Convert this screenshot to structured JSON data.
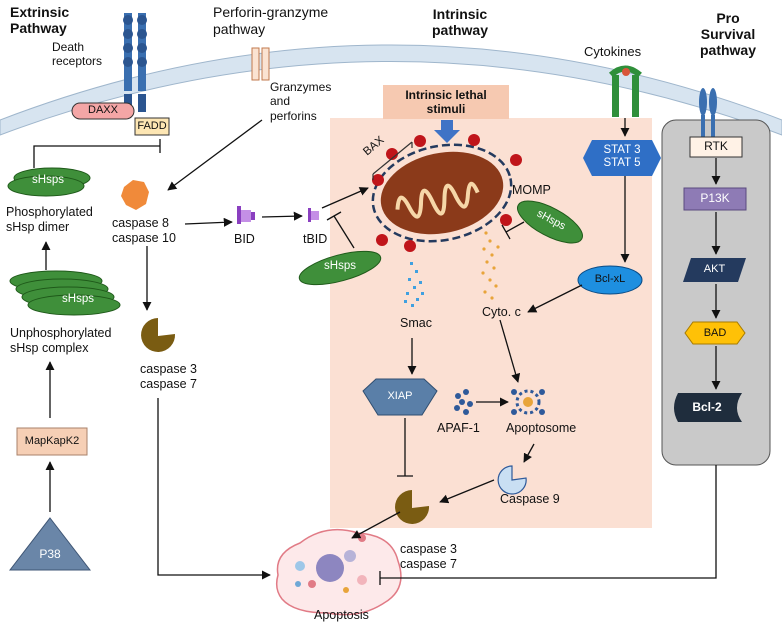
{
  "headings": {
    "extrinsic": [
      "Extrinsic",
      "Pathway"
    ],
    "perforin": [
      "Perforin-granzyme",
      "pathway"
    ],
    "intrinsic": [
      "Intrinsic",
      "pathway"
    ],
    "pro_survival": [
      "Pro",
      "Survival",
      "pathway"
    ]
  },
  "labels": {
    "death_receptors": [
      "Death",
      "receptors"
    ],
    "daxx": "DAXX",
    "fadd": "FADD",
    "granzymes": [
      "Granzymes",
      "and",
      "perforins"
    ],
    "intrinsic_lethal": [
      "Intrinsic lethal",
      "stimuli"
    ],
    "cytokines": "Cytokines",
    "stat": [
      "STAT 3",
      "STAT 5"
    ],
    "rtk": "RTK",
    "p13k": "P13K",
    "akt": "AKT",
    "bad": "BAD",
    "bcl2": "Bcl-2",
    "bclxl": "Bcl-xL",
    "shsps": "sHsps",
    "phospho_dimer": [
      "Phosphorylated",
      "sHsp dimer"
    ],
    "unphospho_complex": [
      "Unphosphorylated",
      "sHsp complex"
    ],
    "mapkapk2": "MapKapK2",
    "p38": "P38",
    "caspase_8_10": [
      "caspase 8",
      "caspase 10"
    ],
    "caspase_3_7_left": [
      "caspase 3",
      "caspase 7"
    ],
    "caspase_3_7_right": [
      "caspase 3",
      "caspase 7"
    ],
    "bid": "BID",
    "tbid": "tBID",
    "bax": "BAX",
    "momp": "MOMP",
    "smac": "Smac",
    "cyto_c": "Cyto. c",
    "xiap": "XIAP",
    "apaf1": "APAF-1",
    "apoptosome": "Apoptosome",
    "caspase9": "Caspase 9",
    "apoptosis": "Apoptosis"
  },
  "colors": {
    "membrane": "#d7e4f0",
    "intrinsic_box": "#fbe0d3",
    "survival_box": "#c9c9c9",
    "shsp_green": "#3f8f3a",
    "caspase_brown": "#7a5c12",
    "caspase8_orange": "#f08a3a",
    "mito_brown": "#8b3a1a",
    "receptor_blue": "#3a6fb0",
    "stat_blue": "#2f6fc6",
    "bclxl_blue": "#1e8fe0",
    "bid_purple": "#8a3fc0",
    "akt_navy": "#243a5e",
    "bad_yellow": "#ffc107",
    "bcl2_navy": "#1f2d3d",
    "p13k_purple": "#8e7bb5",
    "mapk_peach": "#f6cfb5",
    "p38_blue": "#6a86a8"
  }
}
